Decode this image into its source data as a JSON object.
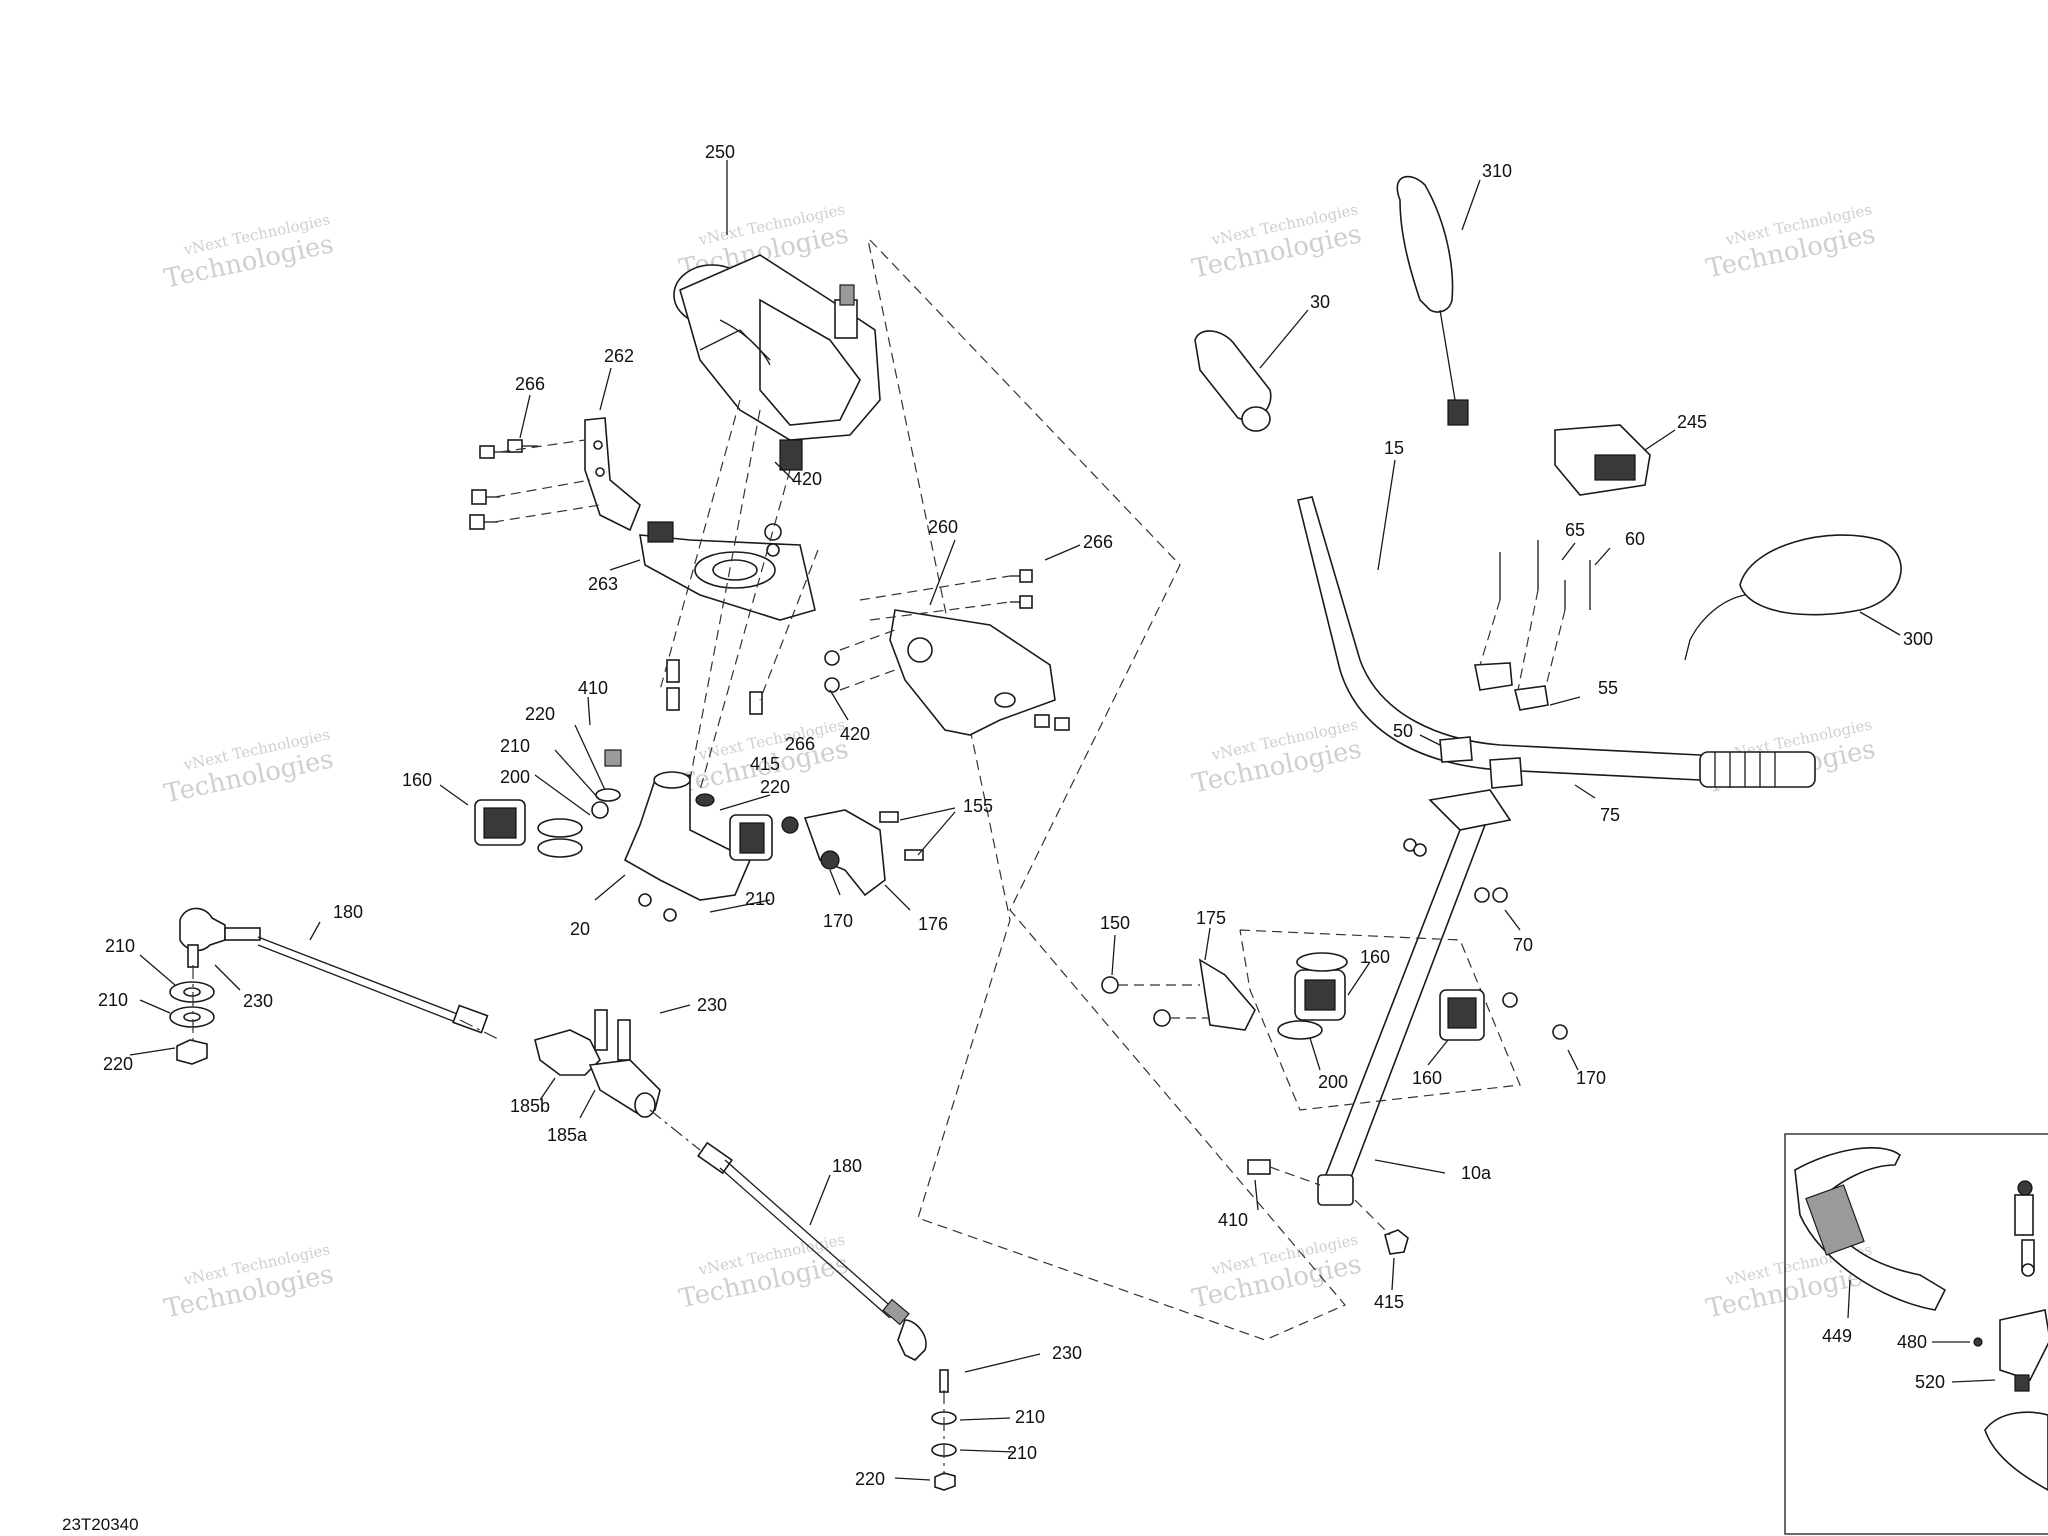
{
  "watermark": {
    "line1": "vNext Technologies",
    "line2": "Technologies"
  },
  "reference": "23T20340",
  "callouts": [
    {
      "id": "c250",
      "text": "250"
    },
    {
      "id": "c266a",
      "text": "266"
    },
    {
      "id": "c262",
      "text": "262"
    },
    {
      "id": "c420a",
      "text": "420"
    },
    {
      "id": "c263",
      "text": "263"
    },
    {
      "id": "c260",
      "text": "260"
    },
    {
      "id": "c266b",
      "text": "266"
    },
    {
      "id": "c420b",
      "text": "420"
    },
    {
      "id": "c410a",
      "text": "410"
    },
    {
      "id": "c220a",
      "text": "220"
    },
    {
      "id": "c266c",
      "text": "266"
    },
    {
      "id": "c415a",
      "text": "415"
    },
    {
      "id": "c220b",
      "text": "220"
    },
    {
      "id": "c210a",
      "text": "210"
    },
    {
      "id": "c200a",
      "text": "200"
    },
    {
      "id": "c160a",
      "text": "160"
    },
    {
      "id": "c155",
      "text": "155"
    },
    {
      "id": "c210b",
      "text": "210"
    },
    {
      "id": "c20",
      "text": "20"
    },
    {
      "id": "c170a",
      "text": "170"
    },
    {
      "id": "c176",
      "text": "176"
    },
    {
      "id": "c180a",
      "text": "180"
    },
    {
      "id": "c210c",
      "text": "210"
    },
    {
      "id": "c230a",
      "text": "230"
    },
    {
      "id": "c210d",
      "text": "210"
    },
    {
      "id": "c220c",
      "text": "220"
    },
    {
      "id": "c230b",
      "text": "230"
    },
    {
      "id": "c185b",
      "text": "185b"
    },
    {
      "id": "c185a",
      "text": "185a"
    },
    {
      "id": "c180b",
      "text": "180"
    },
    {
      "id": "c230c",
      "text": "230"
    },
    {
      "id": "c210e",
      "text": "210"
    },
    {
      "id": "c210f",
      "text": "210"
    },
    {
      "id": "c220d",
      "text": "220"
    },
    {
      "id": "c310",
      "text": "310"
    },
    {
      "id": "c30",
      "text": "30"
    },
    {
      "id": "c245",
      "text": "245"
    },
    {
      "id": "c15",
      "text": "15"
    },
    {
      "id": "c65",
      "text": "65"
    },
    {
      "id": "c60",
      "text": "60"
    },
    {
      "id": "c300",
      "text": "300"
    },
    {
      "id": "c55",
      "text": "55"
    },
    {
      "id": "c50",
      "text": "50"
    },
    {
      "id": "c75",
      "text": "75"
    },
    {
      "id": "c70",
      "text": "70"
    },
    {
      "id": "c150",
      "text": "150"
    },
    {
      "id": "c175",
      "text": "175"
    },
    {
      "id": "c160b",
      "text": "160"
    },
    {
      "id": "c200b",
      "text": "200"
    },
    {
      "id": "c160c",
      "text": "160"
    },
    {
      "id": "c170b",
      "text": "170"
    },
    {
      "id": "c10a",
      "text": "10a"
    },
    {
      "id": "c410b",
      "text": "410"
    },
    {
      "id": "c415b",
      "text": "415"
    },
    {
      "id": "c449",
      "text": "449"
    },
    {
      "id": "c480",
      "text": "480"
    },
    {
      "id": "c520",
      "text": "520"
    }
  ]
}
